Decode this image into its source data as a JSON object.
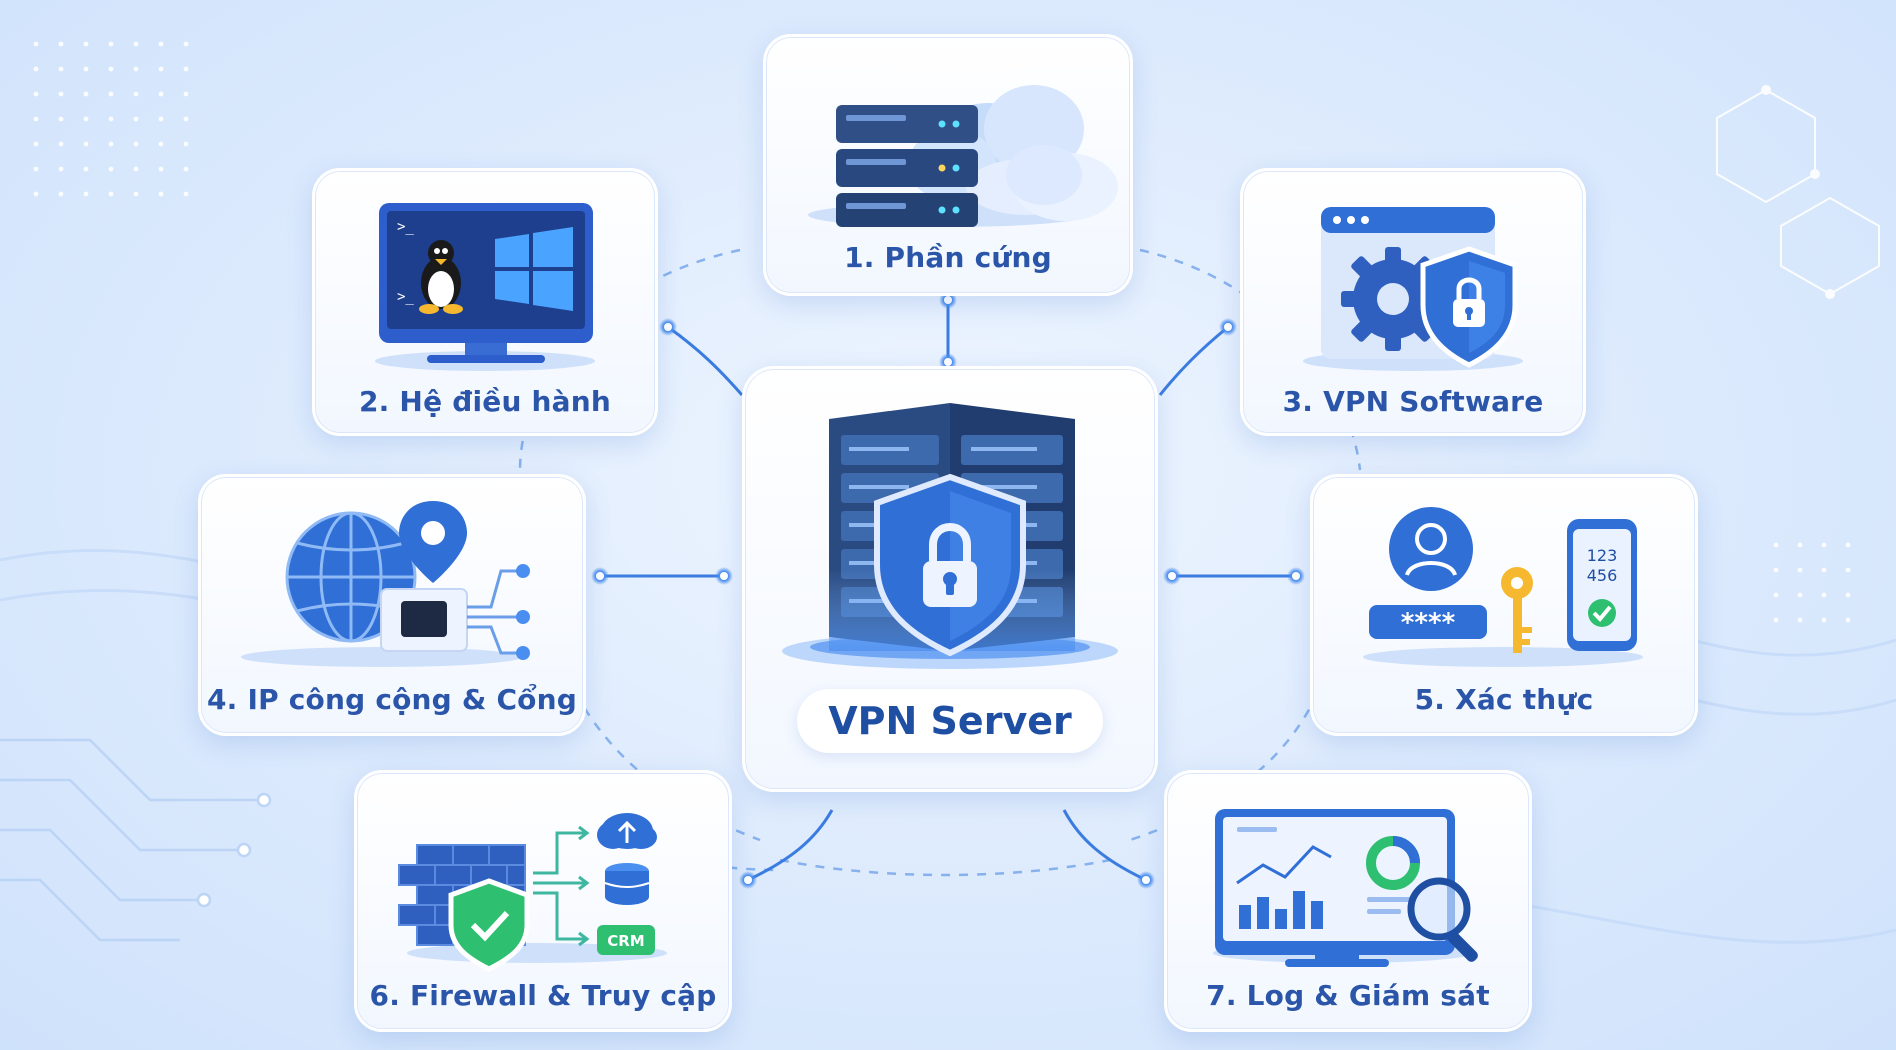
{
  "center": {
    "label": "VPN Server"
  },
  "components": [
    {
      "id": "hardware",
      "label": "1. Phần cứng"
    },
    {
      "id": "os",
      "label": "2. Hệ điều hành"
    },
    {
      "id": "software",
      "label": "3. VPN Software"
    },
    {
      "id": "public-ip",
      "label": "4. IP công cộng & Cổng"
    },
    {
      "id": "auth",
      "label": "5. Xác thực"
    },
    {
      "id": "firewall",
      "label": "6. Firewall & Truy cập"
    },
    {
      "id": "logging",
      "label": "7. Log & Giám sát"
    }
  ],
  "icon_text": {
    "otp": "123\n456",
    "otp_line1": "123",
    "otp_line2": "456",
    "password_mask": "****",
    "crm": "CRM"
  },
  "colors": {
    "primary": "#2f6fd6",
    "dark": "#1f4fa3",
    "accent_green": "#2fbf71",
    "key_yellow": "#f5b82e",
    "bg": "#dceafd"
  }
}
